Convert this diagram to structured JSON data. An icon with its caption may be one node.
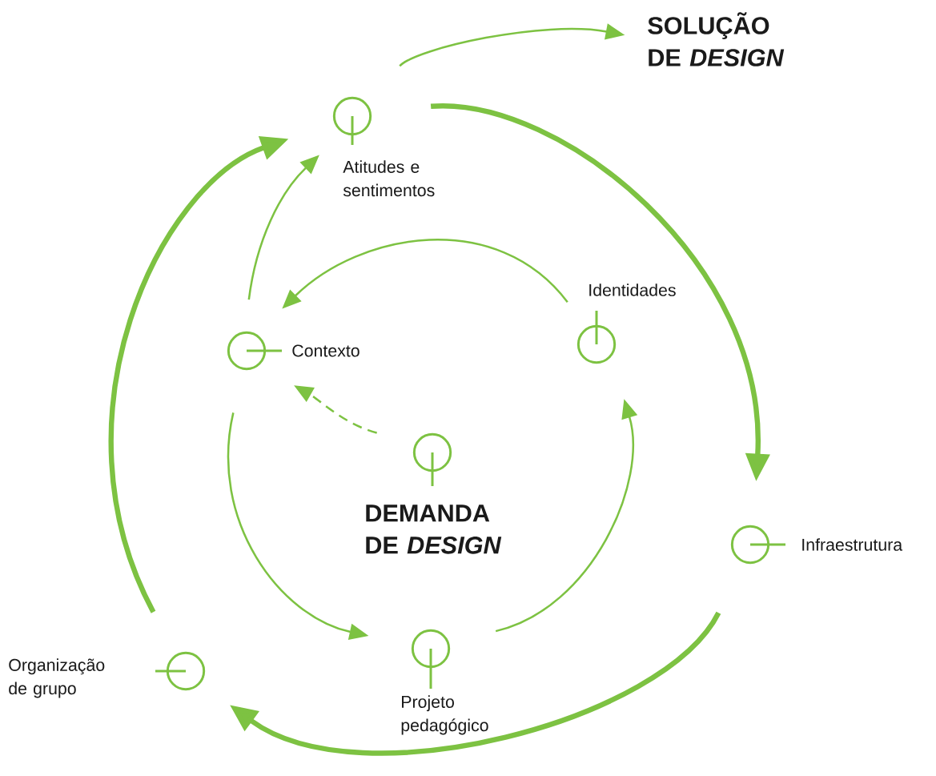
{
  "diagram": {
    "nodes": [
      {
        "text": [
          "Atitudes e sentimentos"
        ]
      },
      {
        "text": [
          "SOLUÇÃO DE *DESIGN*"
        ]
      },
      {
        "text": [
          "Contexto"
        ]
      },
      {
        "text": [
          "Identidades"
        ]
      },
      {
        "text": [
          "DEMANDA DE *DESIGN*"
        ]
      },
      {
        "text": [
          "Infraestrutura"
        ]
      },
      {
        "text": [
          "Projeto pedagógico"
        ]
      },
      {
        "text": [
          "Organização de grupo"
        ]
      }
    ],
    "edges": [
      {
        "from": 0,
        "to": 1,
        "arrow": "to"
      },
      {
        "from": 0,
        "to": 5,
        "arrow": "to",
        "style": "thick"
      },
      {
        "from": 5,
        "to": 7,
        "arrow": "to",
        "style": "thick"
      },
      {
        "from": 7,
        "to": 0,
        "arrow": "to",
        "style": "thick"
      },
      {
        "from": 2,
        "to": 0,
        "arrow": "to"
      },
      {
        "from": 3,
        "to": 2,
        "arrow": "to"
      },
      {
        "from": 4,
        "to": 2,
        "arrow": "to",
        "style": "dashed"
      },
      {
        "from": 2,
        "to": 6,
        "arrow": "to"
      },
      {
        "from": 6,
        "to": 3,
        "arrow": "to"
      }
    ]
  }
}
